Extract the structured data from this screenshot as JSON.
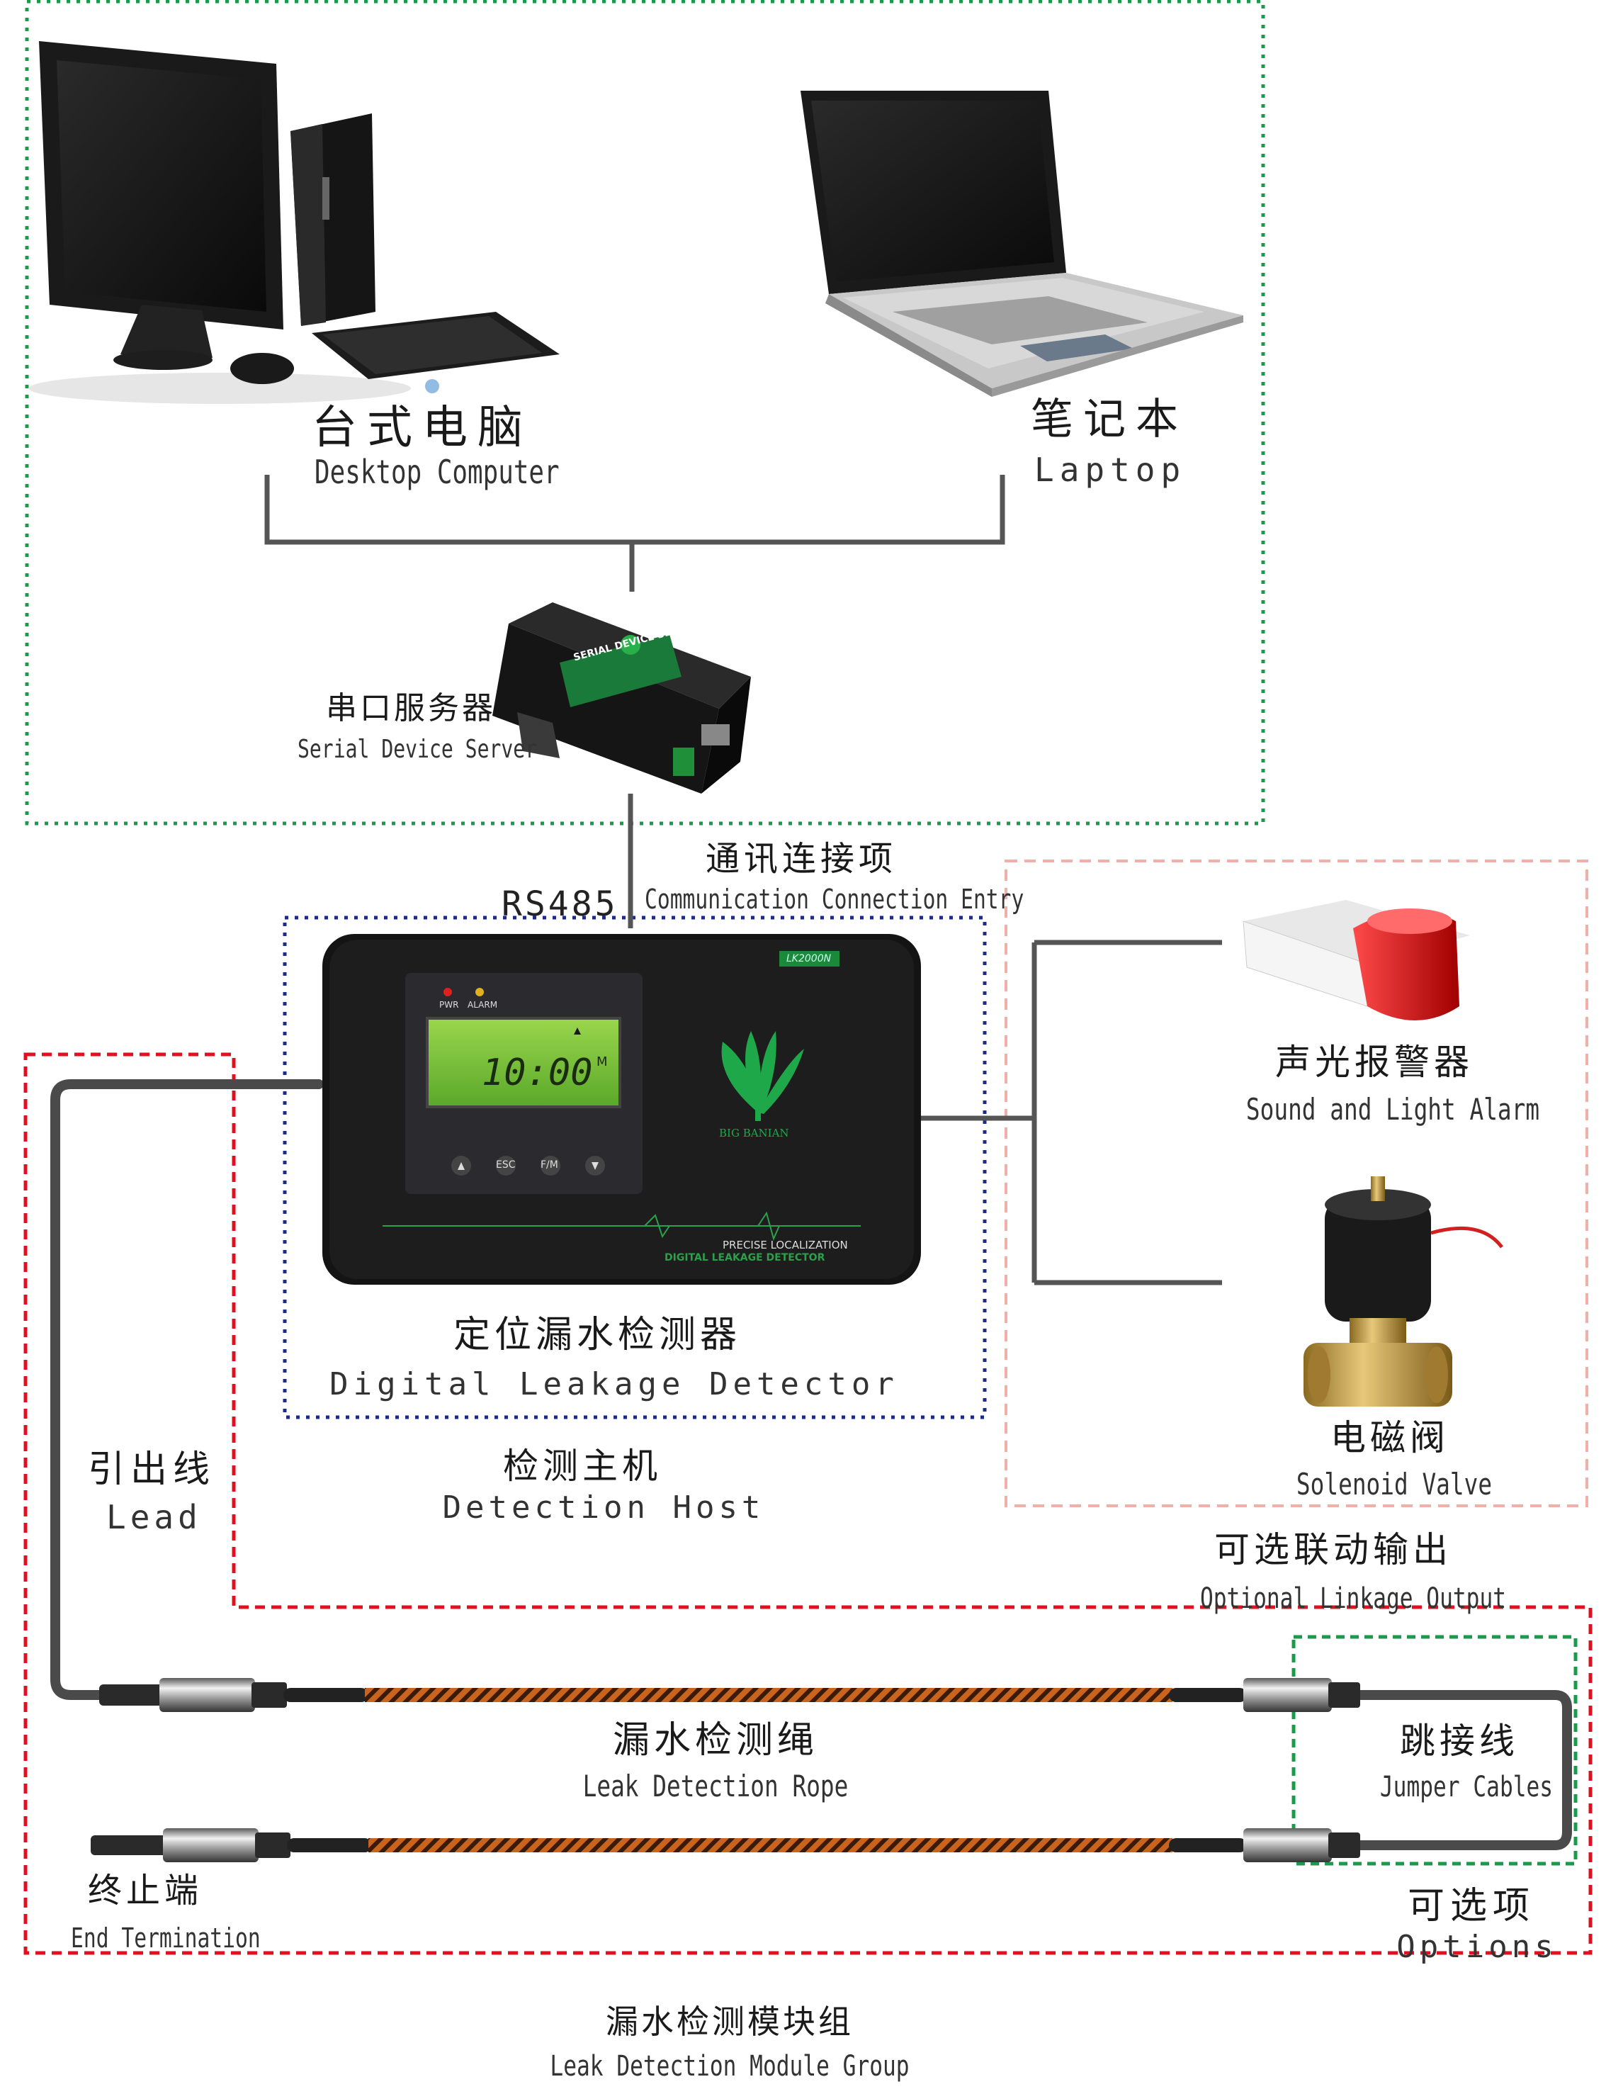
{
  "computers": {
    "desktop_zh": "台式电脑",
    "desktop_en": "Desktop Computer",
    "laptop_zh": "笔记本",
    "laptop_en": "Laptop"
  },
  "serial_server": {
    "zh": "串口服务器",
    "en": "Serial Device Server",
    "device_text": "SERIAL DEVICE SERVER"
  },
  "communication": {
    "zh": "通讯连接项",
    "en": "Communication Connection Entry",
    "protocol": "RS485"
  },
  "detector": {
    "zh": "定位漏水检测器",
    "en": "Digital Leakage Detector",
    "model": "LK2000N",
    "led_pwr": "PWR",
    "led_alarm": "ALARM",
    "lcd_value": "10:00",
    "lcd_unit": "M",
    "btn_esc": "ESC",
    "btn_fm": "F/M",
    "brand": "BIG BANIAN",
    "tagline_1": "PRECISE LOCALIZATION",
    "tagline_2": "DIGITAL LEAKAGE DETECTOR"
  },
  "host": {
    "zh": "检测主机",
    "en": "Detection Host"
  },
  "linkage": {
    "alarm_zh": "声光报警器",
    "alarm_en": "Sound and Light Alarm",
    "valve_zh": "电磁阀",
    "valve_en": "Solenoid Valve",
    "group_zh": "可选联动输出",
    "group_en": "Optional Linkage Output"
  },
  "cable": {
    "lead_zh": "引出线",
    "lead_en": "Lead",
    "rope_zh": "漏水检测绳",
    "rope_en": "Leak Detection Rope",
    "jumper_zh": "跳接线",
    "jumper_en": "Jumper Cables",
    "end_zh": "终止端",
    "end_en": "End Termination",
    "options_zh": "可选项",
    "options_en": "Options"
  },
  "module_group": {
    "zh": "漏水检测模块组",
    "en": "Leak Detection Module Group"
  },
  "colors": {
    "green_dotted": "#1a9a4a",
    "blue_dotted": "#1c2a8a",
    "pink_dashed": "#f0b0a8",
    "red_dashed": "#e01020",
    "wire": "#555555",
    "rope": "#c8641e",
    "lcd": "#7cc63c"
  }
}
